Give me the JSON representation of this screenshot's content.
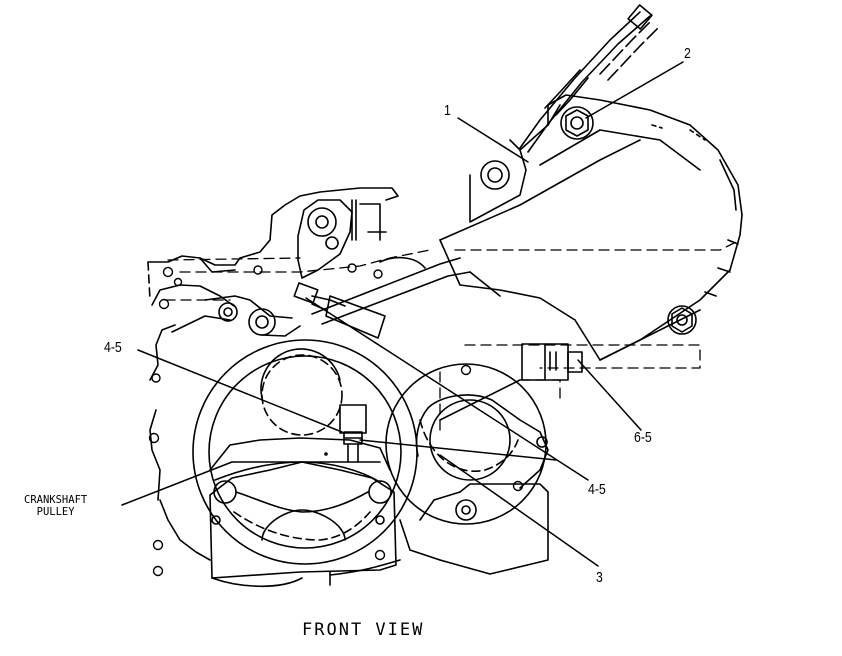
{
  "diagram": {
    "view_title": "FRONT VIEW",
    "crankshaft_label_line1": "CRANKSHAFT",
    "crankshaft_label_line2": "PULLEY",
    "callouts": {
      "c1": "1",
      "c2": "2",
      "c3": "3",
      "c4_5_left": "4-5",
      "c4_5_right": "4-5",
      "c6_5": "6-5"
    },
    "colors": {
      "ink": "#000000",
      "paper": "#ffffff"
    }
  }
}
